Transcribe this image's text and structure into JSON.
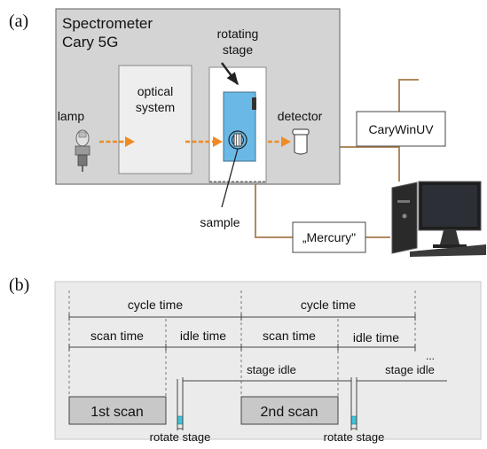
{
  "panel_a": {
    "label": "(a)",
    "spectrometer_title_1": "Spectrometer",
    "spectrometer_title_2": "Cary 5G",
    "lamp_label": "lamp",
    "optical_system_1": "optical",
    "optical_system_2": "system",
    "rotating_stage_1": "rotating",
    "rotating_stage_2": "stage",
    "detector_label": "detector",
    "sample_label": "sample",
    "carywinuv_label": "CaryWinUV",
    "mercury_label": "„Mercury\"",
    "colors": {
      "arrow_orange": "#f08a24",
      "cable_brown": "#b08a5e",
      "spectrometer_bg": "#d4d4d4",
      "stage_blue": "#6ab8e6"
    }
  },
  "panel_b": {
    "label": "(b)",
    "cycle_time_1": "cycle time",
    "cycle_time_2": "cycle time",
    "scan_time_1": "scan time",
    "idle_time_1": "idle time",
    "scan_time_2": "scan time",
    "idle_time_2": "idle time",
    "ellipsis": "...",
    "stage_idle_1": "stage idle",
    "stage_idle_2": "stage idle",
    "first_scan": "1st scan",
    "second_scan": "2nd scan",
    "rotate_stage_1": "rotate stage",
    "rotate_stage_2": "rotate stage",
    "colors": {
      "background": "#ebebeb",
      "scan_box": "#c8c8c8",
      "rotate_marker": "#3fc3d9"
    }
  }
}
